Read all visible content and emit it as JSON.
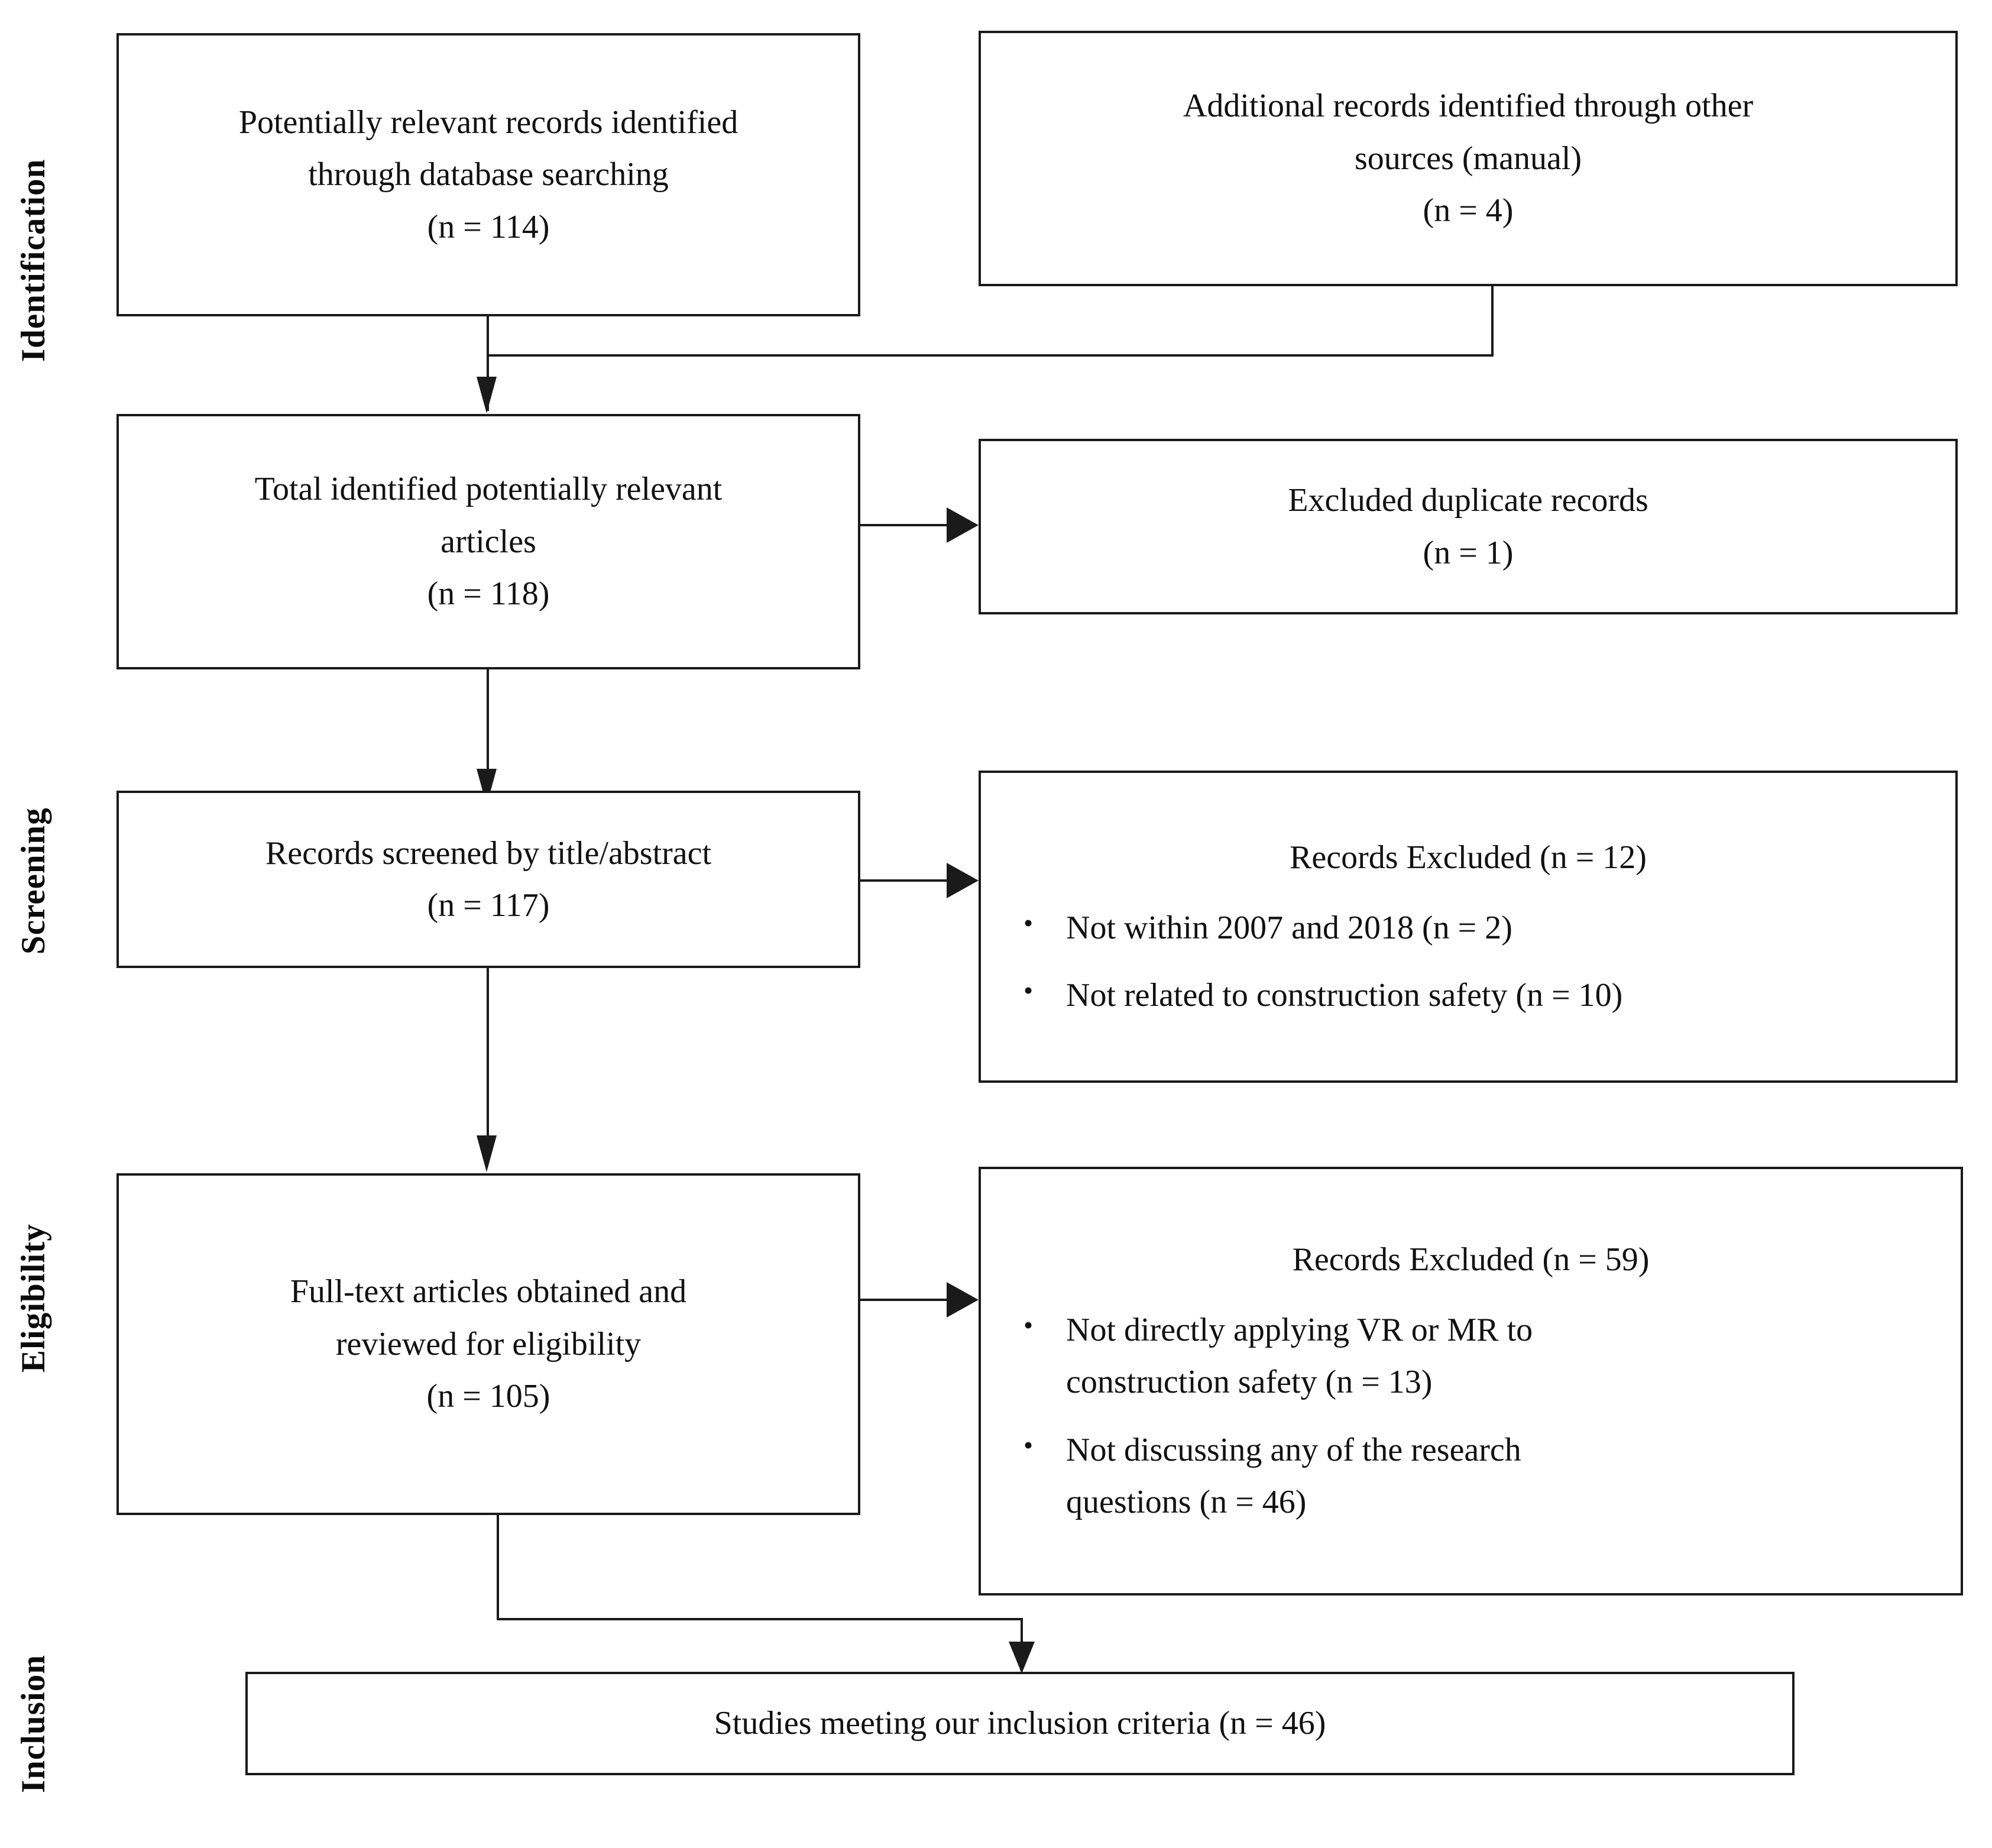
{
  "diagram": {
    "type": "prisma-flow-diagram",
    "stages": [
      {
        "id": "identification",
        "label": "Identification"
      },
      {
        "id": "screening",
        "label": "Screening"
      },
      {
        "id": "eligibility",
        "label": "Eligibility"
      },
      {
        "id": "inclusion",
        "label": "Inclusion"
      }
    ],
    "boxes": {
      "records_database": {
        "lines": [
          "Potentially relevant records identified",
          "through database searching",
          "(n = 114)"
        ]
      },
      "records_other_sources": {
        "lines": [
          "Additional records identified through other",
          "sources (manual)",
          "(n = 4)"
        ]
      },
      "total_identified": {
        "lines": [
          "Total identified potentially relevant",
          "articles",
          "(n = 118)"
        ]
      },
      "excluded_duplicates": {
        "lines": [
          "Excluded duplicate records",
          "(n = 1)"
        ]
      },
      "records_screened": {
        "lines": [
          "Records screened by title/abstract",
          "(n = 117)"
        ]
      },
      "excluded_screening": {
        "heading": "Records Excluded (n = 12)",
        "bullet_glyph": "•",
        "items": [
          "Not within 2007 and 2018 (n = 2)",
          "Not related to construction safety (n = 10)"
        ]
      },
      "full_text_reviewed": {
        "lines": [
          "Full-text articles obtained and",
          "reviewed for eligibility",
          "(n = 105)"
        ]
      },
      "excluded_eligibility": {
        "heading": "Records Excluded (n = 59)",
        "bullet_glyph": "•",
        "items": [
          "Not directly applying VR or MR to construction safety (n = 13)",
          "Not discussing any of the research questions (n = 46)"
        ],
        "items_wrapped": [
          [
            "Not directly applying VR or MR to",
            "construction safety (n = 13)"
          ],
          [
            "Not discussing any of the research",
            "questions (n = 46)"
          ]
        ]
      },
      "included_studies": {
        "lines": [
          "Studies meeting our inclusion criteria (n = 46)"
        ]
      }
    },
    "counts": {
      "database_search": 114,
      "other_sources": 4,
      "total_identified": 118,
      "duplicates_excluded": 1,
      "screened": 117,
      "excluded_at_screening": 12,
      "excluded_not_within_years": 2,
      "excluded_not_construction_safety": 10,
      "full_text_reviewed": 105,
      "excluded_at_eligibility": 59,
      "excluded_not_applying_vr_mr": 13,
      "excluded_not_research_questions": 46,
      "included": 46
    },
    "colors": {
      "line": "#1a1a1a",
      "text": "#111111",
      "background": "#ffffff"
    }
  }
}
